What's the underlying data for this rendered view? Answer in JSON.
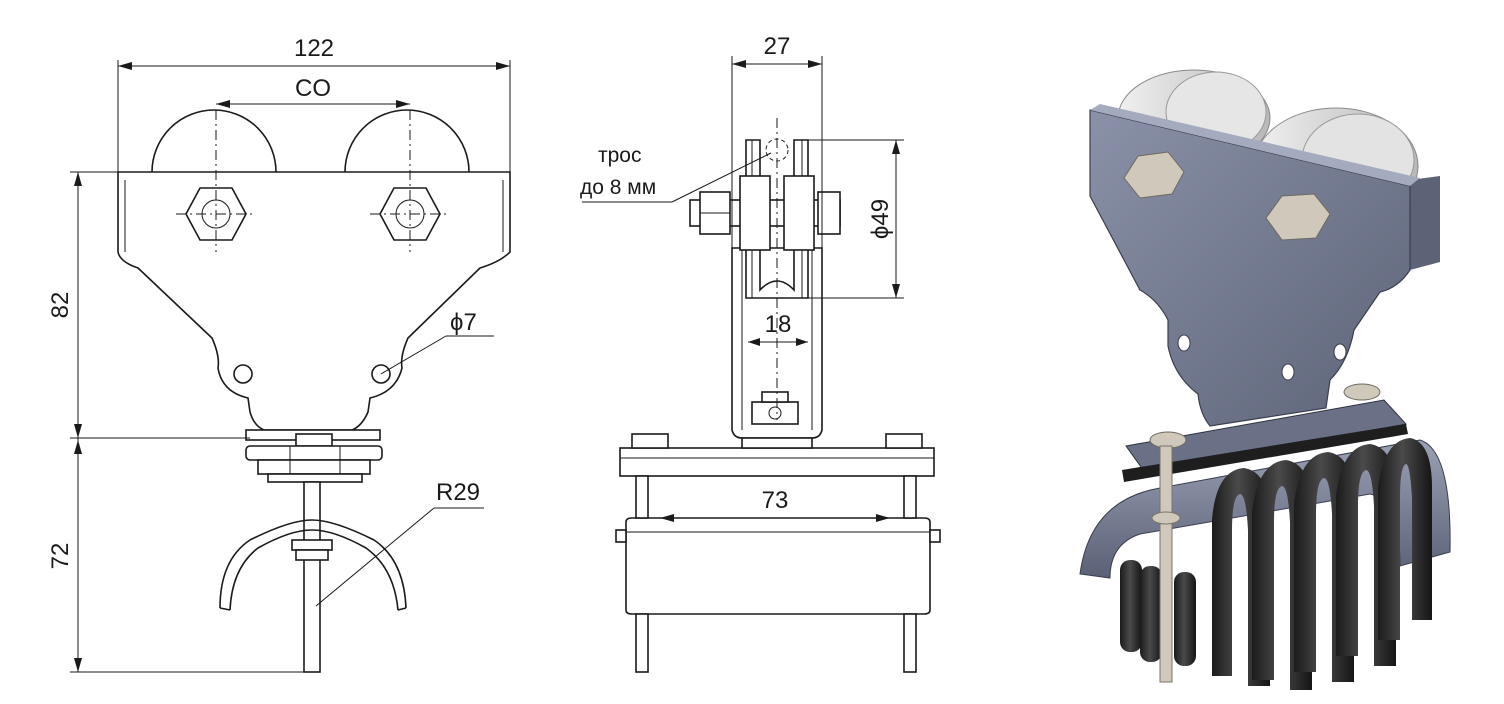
{
  "dimensions": {
    "overall_width": "122",
    "wheel_spacing": "CO",
    "upper_height": "82",
    "lower_height": "72",
    "hole_diameter": "ϕ7",
    "saddle_radius": "R29",
    "side_width": "27",
    "wheel_diameter": "ϕ49",
    "inner_gap": "18",
    "plate_width": "73"
  },
  "notes": {
    "cable_line1": "трос",
    "cable_line2": "до 8 мм"
  },
  "colors": {
    "line": "#1a1a1a",
    "plate_3d": "#7c8398",
    "wheel_3d": "#d8d8d8",
    "cable_3d": "#2a2a2a"
  }
}
